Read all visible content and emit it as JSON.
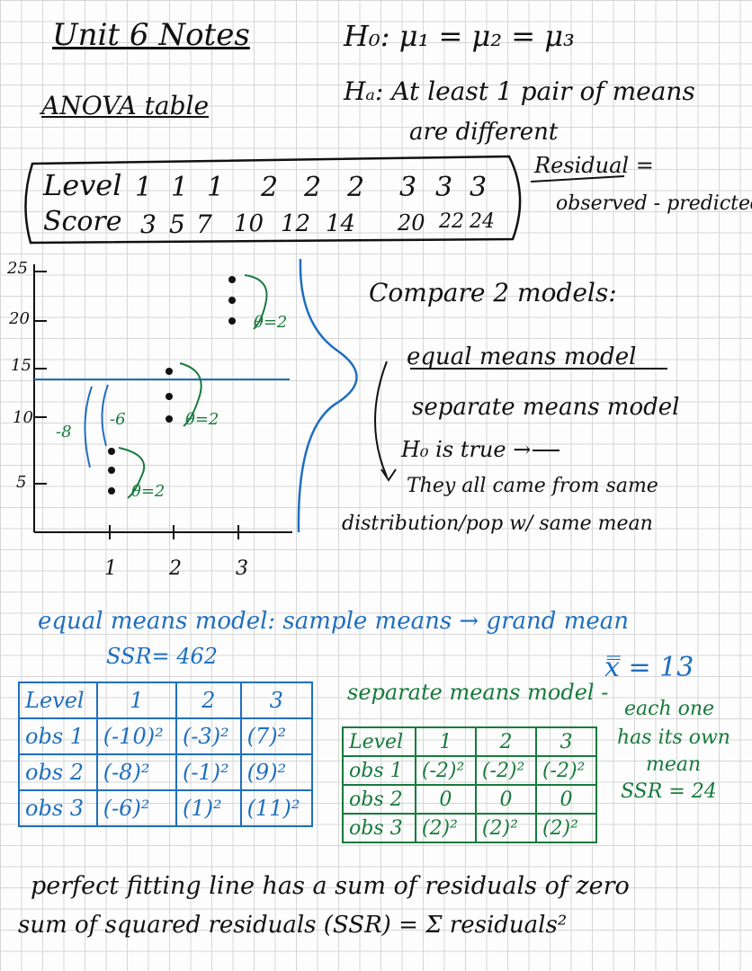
{
  "notes": {
    "title": "Unit 6 Notes",
    "subtitle": "ANOVA table",
    "h0": "H₀: μ₁ = μ₂ = μ₃",
    "ha_line1": "Hₐ: At least 1 pair of means",
    "ha_line2": "are different",
    "residual_line1": "Residual =",
    "residual_line2": "observed - predicted",
    "compare": "Compare 2 models:",
    "model_equal": "equal means model",
    "model_separate": "separate means model",
    "h0_true": "H₀ is true →",
    "same_pop_line1": "They all came from same",
    "same_pop_line2": "distribution/pop w/ same mean",
    "equal_means_line": "equal means model: sample means → grand mean",
    "ssr_equal": "SSR= 462",
    "grand_mean": "x̿ = 13",
    "separate_means_header": "separate means model -",
    "each_one_line1": "each one",
    "each_one_line2": "has its own",
    "each_one_line3": "mean",
    "ssr_separate": "SSR = 24",
    "perfect_fit": "perfect fitting line has a sum of residuals of zero",
    "ssr_def": "sum of squared residuals (SSR) = Σ residuals²"
  },
  "data_table": {
    "row_labels": [
      "Level",
      "Score"
    ],
    "levels": [
      "1",
      "1",
      "1",
      "2",
      "2",
      "2",
      "3",
      "3",
      "3"
    ],
    "scores": [
      "3",
      "5",
      "7",
      "10",
      "12",
      "14",
      "20",
      "22",
      "24"
    ]
  },
  "plot": {
    "y_ticks": [
      "25",
      "20",
      "15",
      "10",
      "5"
    ],
    "x_ticks": [
      "1",
      "2",
      "3"
    ],
    "annotations": [
      "θ=2",
      "θ=2",
      "θ=2",
      "-8",
      "-6"
    ],
    "marker_color": "#111111",
    "line_color": "#1f6fbf",
    "annot_color": "#177a3c"
  },
  "equal_table": {
    "header": [
      "Level",
      "1",
      "2",
      "3"
    ],
    "rows": [
      [
        "obs 1",
        "(-10)²",
        "(-3)²",
        "(7)²"
      ],
      [
        "obs 2",
        "(-8)²",
        "(-1)²",
        "(9)²"
      ],
      [
        "obs 3",
        "(-6)²",
        "(1)²",
        "(11)²"
      ]
    ]
  },
  "separate_table": {
    "header": [
      "Level",
      "1",
      "2",
      "3"
    ],
    "rows": [
      [
        "obs 1",
        "(-2)²",
        "(-2)²",
        "(-2)²"
      ],
      [
        "obs 2",
        "0",
        "0",
        "0"
      ],
      [
        "obs 3",
        "(2)²",
        "(2)²",
        "(2)²"
      ]
    ]
  }
}
